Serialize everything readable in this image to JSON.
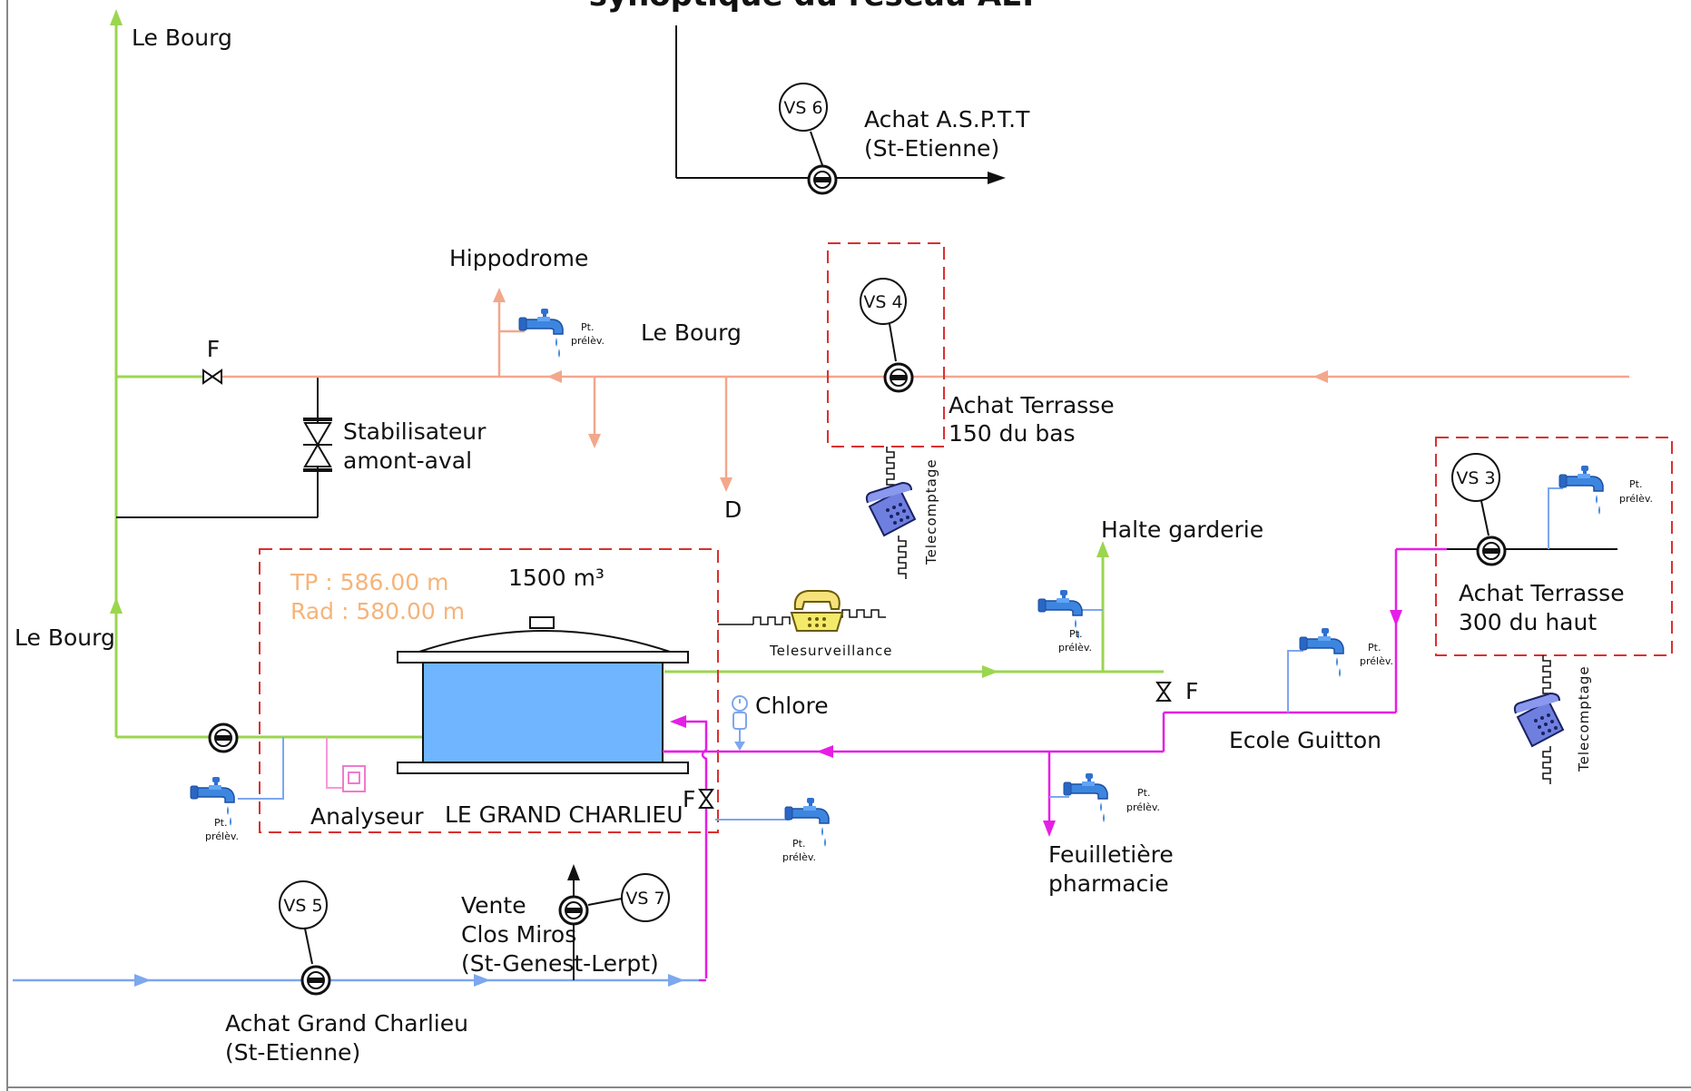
{
  "title": "synoptique du réseau AEP",
  "colors": {
    "green": "#9bd64f",
    "salmon": "#f3a78b",
    "magenta": "#e61ee6",
    "blue": "#7da7ee",
    "black": "#111111",
    "red_dash": "#d93030",
    "tank_water": "#6fb5ff"
  },
  "labels": {
    "le_bourg_top": "Le Bourg",
    "le_bourg_mid": "Le Bourg",
    "le_bourg_left": "Le Bourg",
    "achat_aspt_1": "Achat A.S.P.T.T",
    "achat_aspt_2": "(St-Etienne)",
    "hippodrome": "Hippodrome",
    "f_top": "F",
    "stabilisateur_1": "Stabilisateur",
    "stabilisateur_2": "amont-aval",
    "d_label": "D",
    "achat_terrasse_bas_1": "Achat Terrasse",
    "achat_terrasse_bas_2": "150 du bas",
    "telecomptage_1": "Telecomptage",
    "telecomptage_2": "Telecomptage",
    "halte_garderie": "Halte garderie",
    "achat_terrasse_haut_1": "Achat Terrasse",
    "achat_terrasse_haut_2": "300 du haut",
    "tp": "TP : 586.00 m",
    "rad": "Rad : 580.00 m",
    "volume": "1500 m³",
    "telesurveillance": "Telesurveillance",
    "chlore": "Chlore",
    "f_right": "F",
    "ecole_guitton": "Ecole Guitton",
    "analyseur": "Analyseur",
    "le_grand_charlieu": "LE GRAND CHARLIEU",
    "f_bottom": "F",
    "feuilletiere_1": "Feuilletière",
    "feuilletiere_2": "pharmacie",
    "vente_1": "Vente",
    "vente_2": "Clos Miros",
    "vente_3": "(St-Genest-Lerpt)",
    "achat_grand_charlieu_1": "Achat Grand Charlieu",
    "achat_grand_charlieu_2": "(St-Etienne)"
  },
  "meters": {
    "vs6": "VS 6",
    "vs4": "VS 4",
    "vs3": "VS 3",
    "vs5": "VS 5",
    "vs7": "VS 7"
  },
  "taps": {
    "pt": "Pt.",
    "prelev": "prélèv."
  },
  "icons": [
    "water-tap-icon",
    "water-meter-icon",
    "telephone-icon",
    "valve-icon",
    "stabilizer-icon",
    "chlorine-icon",
    "analyzer-icon",
    "reservoir-tank-icon"
  ]
}
